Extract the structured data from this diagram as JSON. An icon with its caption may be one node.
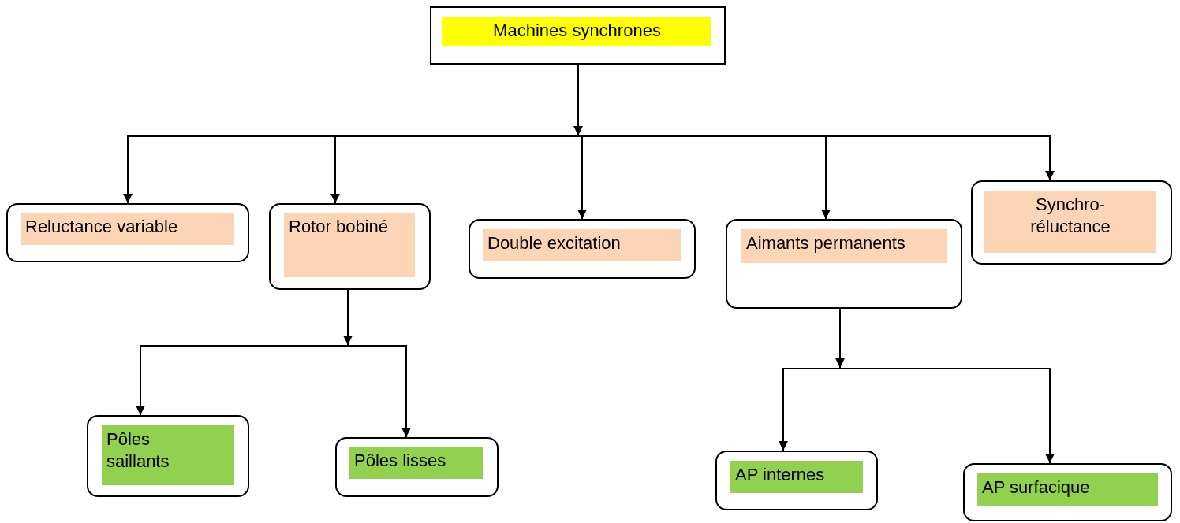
{
  "diagram": {
    "nodes": [
      {
        "text": [
          "Machines synchrones"
        ]
      },
      {
        "text": [
          "Reluctance variable"
        ]
      },
      {
        "text": [
          "Rotor bobiné"
        ]
      },
      {
        "text": [
          "Double excitation"
        ]
      },
      {
        "text": [
          "Aimants permanents"
        ]
      },
      {
        "text": [
          "Synchro-réluctance"
        ]
      },
      {
        "text": [
          "Pôles saillants"
        ]
      },
      {
        "text": [
          "Pôles lisses"
        ]
      },
      {
        "text": [
          "AP internes"
        ]
      },
      {
        "text": [
          "AP surfacique"
        ]
      }
    ],
    "edges": [
      {
        "from": 0,
        "to": 1,
        "arrow": "to"
      },
      {
        "from": 0,
        "to": 2,
        "arrow": "to"
      },
      {
        "from": 0,
        "to": 3,
        "arrow": "to"
      },
      {
        "from": 0,
        "to": 4,
        "arrow": "to"
      },
      {
        "from": 0,
        "to": 5,
        "arrow": "to"
      },
      {
        "from": 2,
        "to": 6,
        "arrow": "to"
      },
      {
        "from": 2,
        "to": 7,
        "arrow": "to"
      },
      {
        "from": 4,
        "to": 8,
        "arrow": "to"
      },
      {
        "from": 4,
        "to": 9,
        "arrow": "to"
      }
    ]
  }
}
